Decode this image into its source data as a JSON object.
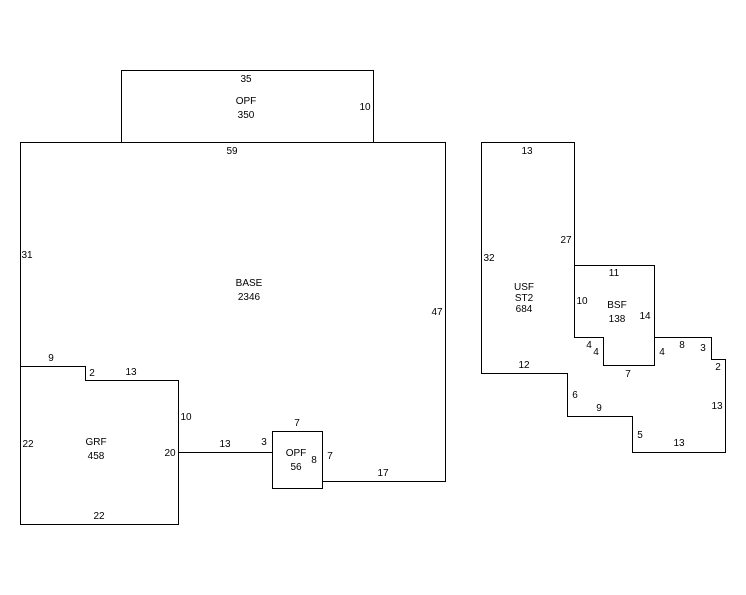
{
  "areas": {
    "opf_top": {
      "code": "OPF",
      "sqft": "350"
    },
    "base": {
      "code": "BASE",
      "sqft": "2346"
    },
    "grf": {
      "code": "GRF",
      "sqft": "458"
    },
    "opf_small": {
      "code": "OPF",
      "sqft": "56"
    },
    "usf": {
      "code": "USF",
      "sub": "ST2",
      "sqft": "684"
    },
    "bsf": {
      "code": "BSF",
      "sqft": "138"
    }
  },
  "dims": {
    "opf_top_top": "35",
    "opf_top_right": "10",
    "base_top": "59",
    "base_left": "31",
    "base_right": "47",
    "grf_notch_a": "9",
    "grf_notch_b": "2",
    "grf_top": "13",
    "grf_right": "10",
    "grf_left": "22",
    "grf_inner": "20",
    "grf_bottom": "22",
    "conn_a": "13",
    "conn_b": "3",
    "opf_small_top": "7",
    "opf_small_inner": "8",
    "opf_small_outer": "7",
    "base_bottom": "17",
    "usf_top": "13",
    "usf_left": "32",
    "usf_right_top": "27",
    "usf_bottom": "12",
    "bsf_top": "11",
    "bsf_left": "10",
    "bsf_right": "14",
    "bsf_notch_a": "4",
    "bsf_notch_b": "4",
    "bsf_bottom": "7",
    "ext_a": "4",
    "ext_b": "8",
    "ext_c": "3",
    "ext_d": "2",
    "ext_e": "13",
    "ext_f": "13",
    "ext_g": "5",
    "ext_h": "9",
    "ext_i": "6"
  }
}
